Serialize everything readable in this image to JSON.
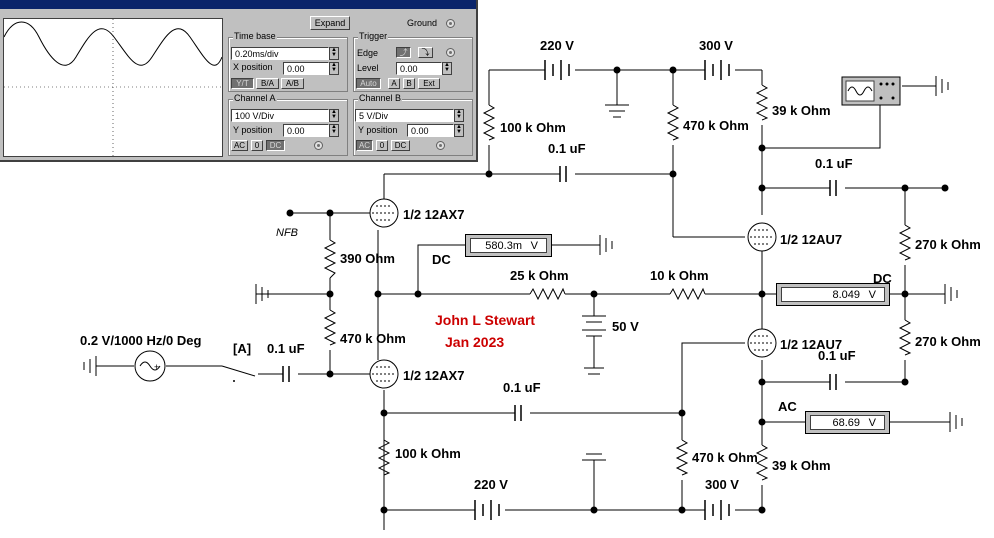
{
  "oscilloscope": {
    "expand_label": "Expand",
    "ground_label": "Ground",
    "timebase": {
      "title": "Time base",
      "value": "0.20ms/div",
      "xpos_label": "X position",
      "xpos_value": "0.00",
      "modes": [
        "Y/T",
        "B/A",
        "A/B"
      ]
    },
    "trigger": {
      "title": "Trigger",
      "edge_label": "Edge",
      "level_label": "Level",
      "level_value": "0.00",
      "modes": [
        "Auto",
        "A",
        "B",
        "Ext"
      ]
    },
    "channel_a": {
      "title": "Channel A",
      "value": "100 V/Div",
      "ypos_label": "Y position",
      "ypos_value": "0.00",
      "coupling": [
        "AC",
        "0",
        "DC"
      ]
    },
    "channel_b": {
      "title": "Channel B",
      "value": "5 V/Div",
      "ypos_label": "Y position",
      "ypos_value": "0.00",
      "coupling": [
        "AC",
        "0",
        "DC"
      ]
    }
  },
  "labels": {
    "v220_top": "220 V",
    "v300_top": "300 V",
    "r100k_top": "100 k Ohm",
    "r470k_top": "470 k Ohm",
    "r39k_top": "39 k Ohm",
    "c01_top": "0.1 uF",
    "c01_right_top": "0.1 uF",
    "tube1": "1/2 12AX7",
    "tube2": "1/2 12AX7",
    "tube3": "1/2 12AU7",
    "tube4": "1/2 12AU7",
    "nfb": "NFB",
    "r390": "390  Ohm",
    "r470k_mid": "470 k Ohm",
    "dc_label_1": "DC",
    "r25k": "25 k Ohm",
    "r10k": "10 k Ohm",
    "v50": "50 V",
    "dc_label_2": "DC",
    "r270k_top": "270 k Ohm",
    "r270k_bot": "270 k Ohm",
    "source": "0.2 V/1000 Hz/0 Deg",
    "switch": "[A]",
    "c01_in": "0.1 uF",
    "c01_mid": "0.1 uF",
    "c01_right_bot": "0.1 uF",
    "ac_label": "AC",
    "r100k_bot": "100 k Ohm",
    "r470k_bot": "470 k Ohm",
    "r39k_bot": "39 k Ohm",
    "v220_bot": "220 V",
    "v300_bot": "300 V",
    "author": "John L Stewart",
    "date": "Jan 2023",
    "author_color": "#cc0000"
  },
  "meters": {
    "m1": {
      "value": "580.3m",
      "unit": "V"
    },
    "m2": {
      "value": "8.049",
      "unit": "V"
    },
    "m3": {
      "value": "68.69",
      "unit": "V"
    }
  }
}
